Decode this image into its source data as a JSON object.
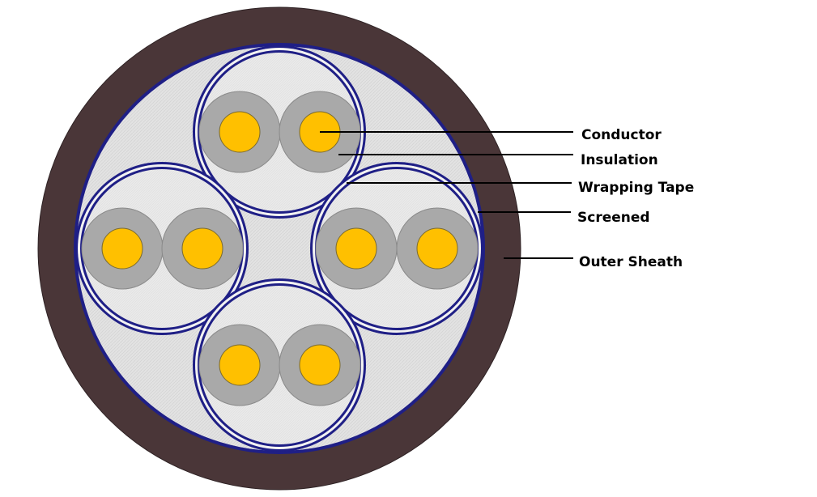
{
  "labels": {
    "conductor": "Conductor",
    "insulation": "Insulation",
    "wrapping_tape": "Wrapping Tape",
    "screened": "Screened",
    "outer_sheath": "Outer Sheath"
  },
  "colors": {
    "outer_sheath": "#4a3638",
    "filler": "#e4e4e4",
    "screen": "#1f1f86",
    "pair_fill": "#e8e8e8",
    "insulation": "#a9a9a9",
    "conductor": "#ffc000",
    "leader_line": "#000000"
  }
}
